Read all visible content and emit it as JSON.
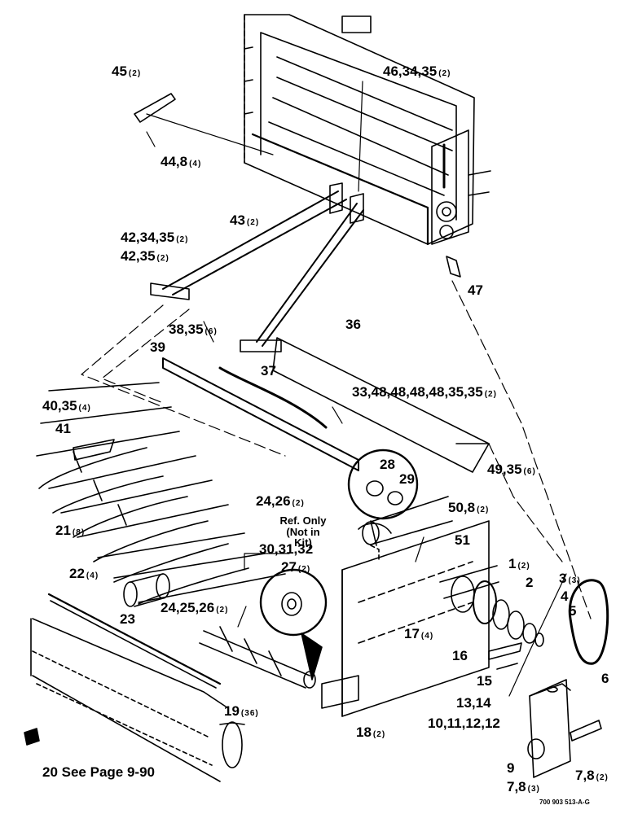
{
  "callouts": [
    {
      "id": "c45",
      "text": "45",
      "qty": "(2)"
    },
    {
      "id": "c46",
      "text": "46,34,35",
      "qty": "(2)"
    },
    {
      "id": "c44",
      "text": "44,8",
      "qty": "(4)"
    },
    {
      "id": "c43",
      "text": "43",
      "qty": "(2)"
    },
    {
      "id": "c42a",
      "text": "42,34,35",
      "qty": "(2)"
    },
    {
      "id": "c42b",
      "text": "42,35",
      "qty": "(2)"
    },
    {
      "id": "c47",
      "text": "47",
      "qty": ""
    },
    {
      "id": "c36",
      "text": "36",
      "qty": ""
    },
    {
      "id": "c38",
      "text": "38,35",
      "qty": "(6)"
    },
    {
      "id": "c39",
      "text": "39",
      "qty": ""
    },
    {
      "id": "c37",
      "text": "37",
      "qty": ""
    },
    {
      "id": "c33",
      "text": "33,48,48,48,48,35,35",
      "qty": "(2)"
    },
    {
      "id": "c40",
      "text": "40,35",
      "qty": "(4)"
    },
    {
      "id": "c41",
      "text": "41",
      "qty": ""
    },
    {
      "id": "c28",
      "text": "28",
      "qty": ""
    },
    {
      "id": "c29",
      "text": "29",
      "qty": ""
    },
    {
      "id": "c49",
      "text": "49,35",
      "qty": "(6)"
    },
    {
      "id": "c50",
      "text": "50,8",
      "qty": "(2)"
    },
    {
      "id": "c24a",
      "text": "24,26",
      "qty": "(2)"
    },
    {
      "id": "c21",
      "text": "21",
      "qty": "(8)"
    },
    {
      "id": "c30",
      "text": "30,31,32",
      "qty": ""
    },
    {
      "id": "c51",
      "text": "51",
      "qty": ""
    },
    {
      "id": "c27",
      "text": "27",
      "qty": "(2)"
    },
    {
      "id": "c22",
      "text": "22",
      "qty": "(4)"
    },
    {
      "id": "c1",
      "text": "1",
      "qty": "(2)"
    },
    {
      "id": "c3",
      "text": "3",
      "qty": "(3)"
    },
    {
      "id": "c2",
      "text": "2",
      "qty": ""
    },
    {
      "id": "c4",
      "text": "4",
      "qty": ""
    },
    {
      "id": "c5",
      "text": "5",
      "qty": ""
    },
    {
      "id": "c23",
      "text": "23",
      "qty": ""
    },
    {
      "id": "c24b",
      "text": "24,25,26",
      "qty": "(2)"
    },
    {
      "id": "c17",
      "text": "17",
      "qty": "(4)"
    },
    {
      "id": "c16",
      "text": "16",
      "qty": ""
    },
    {
      "id": "c6",
      "text": "6",
      "qty": ""
    },
    {
      "id": "c15",
      "text": "15",
      "qty": ""
    },
    {
      "id": "c13",
      "text": "13,14",
      "qty": ""
    },
    {
      "id": "c19",
      "text": "19",
      "qty": "(36)"
    },
    {
      "id": "c10",
      "text": "10,11,12,12",
      "qty": ""
    },
    {
      "id": "c18",
      "text": "18",
      "qty": "(2)"
    },
    {
      "id": "c9",
      "text": "9",
      "qty": ""
    },
    {
      "id": "c78a",
      "text": "7,8",
      "qty": "(2)"
    },
    {
      "id": "c78b",
      "text": "7,8",
      "qty": "(3)"
    },
    {
      "id": "c20",
      "text": "20 See Page 9-90",
      "qty": ""
    }
  ],
  "ref_note": {
    "line1": "Ref. Only",
    "line2": "(Not in Kit)"
  },
  "drawing_code": "700 903 513-A-G"
}
